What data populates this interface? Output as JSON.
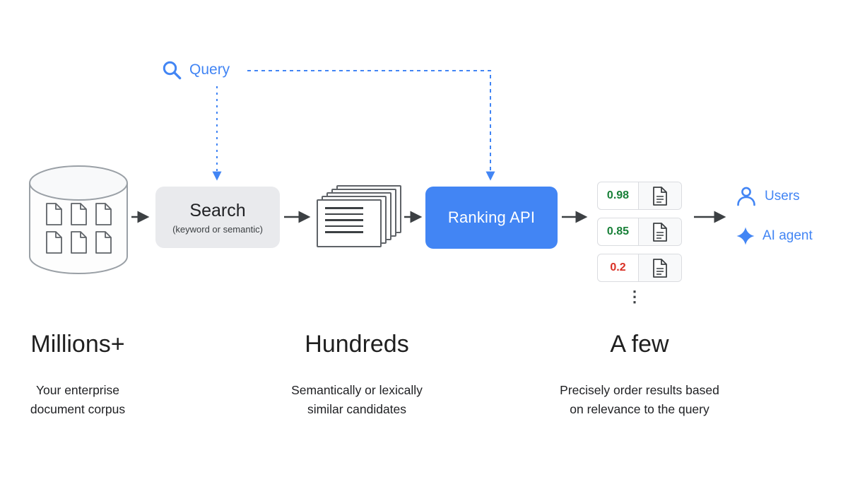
{
  "colors": {
    "blue": "#4285f4",
    "green": "#188038",
    "red": "#d93025",
    "arrow": "#3c4043",
    "box_gray": "#e9eaed"
  },
  "query": {
    "label": "Query"
  },
  "stages": {
    "search": {
      "title": "Search",
      "subtitle": "(keyword or semantic)"
    },
    "ranking": {
      "title": "Ranking API"
    }
  },
  "results": {
    "rows": [
      {
        "score": "0.98",
        "tone": "green"
      },
      {
        "score": "0.85",
        "tone": "green"
      },
      {
        "score": "0.2",
        "tone": "red"
      }
    ],
    "ellipsis": "⋮"
  },
  "consumers": {
    "users": "Users",
    "ai_agent": "AI agent"
  },
  "captions": [
    {
      "heading": "Millions+",
      "sub": "Your enterprise\ndocument corpus"
    },
    {
      "heading": "Hundreds",
      "sub": "Semantically or lexically\nsimilar candidates"
    },
    {
      "heading": "A few",
      "sub": "Precisely order results based\non relevance to the query"
    }
  ]
}
